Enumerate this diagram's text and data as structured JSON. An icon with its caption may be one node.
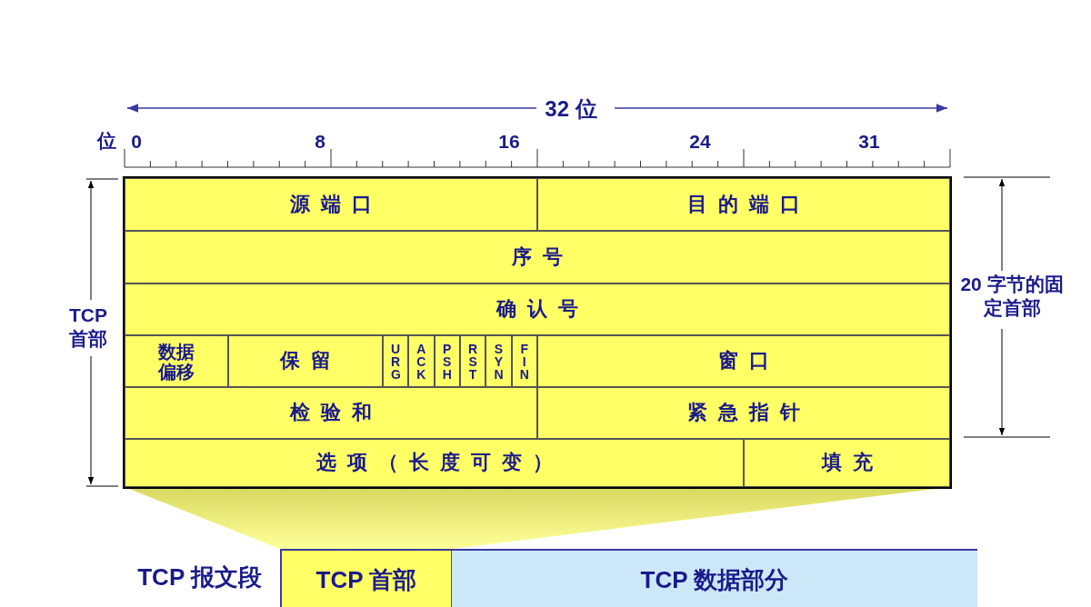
{
  "diagram": {
    "nodes": [
      {
        "text": [
          "源端口"
        ]
      },
      {
        "text": [
          "目的端口"
        ]
      },
      {
        "text": [
          "序号"
        ]
      },
      {
        "text": [
          "确认号"
        ]
      },
      {
        "text": [
          "数据偏移"
        ]
      },
      {
        "text": [
          "保留"
        ]
      },
      {
        "text": [
          "URG"
        ]
      },
      {
        "text": [
          "ACK"
        ]
      },
      {
        "text": [
          "PSH"
        ]
      },
      {
        "text": [
          "RST"
        ]
      },
      {
        "text": [
          "SYN"
        ]
      },
      {
        "text": [
          "FIN"
        ]
      },
      {
        "text": [
          "窗口"
        ]
      },
      {
        "text": [
          "检验和"
        ]
      },
      {
        "text": [
          "紧急指针"
        ]
      },
      {
        "text": [
          "选项（长度可变）"
        ]
      },
      {
        "text": [
          "填充"
        ]
      },
      {
        "text": [],
        "shape": "box",
        "beside": [
          "TCP 报文段"
        ]
      },
      {
        "text": [
          "TCP 首部"
        ],
        "in": 17
      },
      {
        "text": [
          "TCP 数据部分"
        ],
        "in": 17
      },
      {
        "text": [],
        "shape": "trapezoid"
      }
    ],
    "edges": [],
    "labels": [
      "32 位",
      "位",
      "0",
      "8",
      "16",
      "24",
      "31",
      "TCP 首部",
      "20 字节的固定首部"
    ]
  }
}
